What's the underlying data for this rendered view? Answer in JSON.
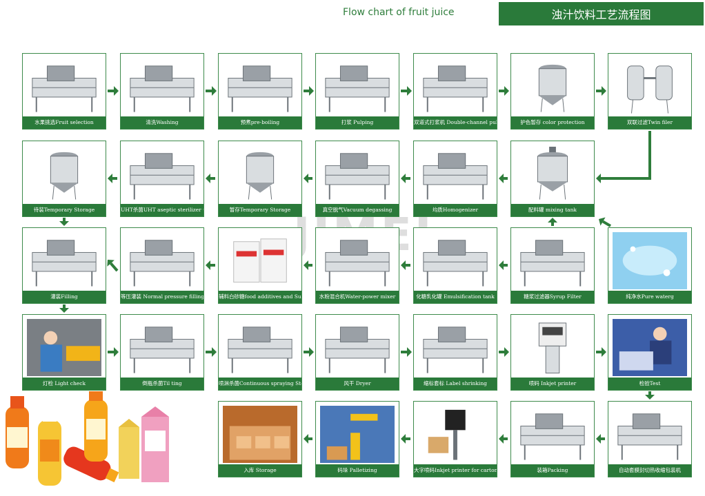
{
  "header": {
    "title_en": "Flow chart of fruit juice",
    "title_cn": "浊汁饮料工艺流程图"
  },
  "watermark": "JIMEI",
  "colors": {
    "brand_green": "#2a7a3a",
    "arrow_green": "#2e7d3b"
  },
  "steps": [
    {
      "label": "水果挑选Fruit selection",
      "icon": "conveyor-icon"
    },
    {
      "label": "清洗Washing",
      "icon": "drum-washer-icon"
    },
    {
      "label": "预煮pre-boiling",
      "icon": "screw-conveyor-icon"
    },
    {
      "label": "打浆 Pulping",
      "icon": "pulper-icon"
    },
    {
      "label": "双道式打浆机 Double-channel pulping machine",
      "icon": "double-pulper-icon"
    },
    {
      "label": "护色暂存 color protection",
      "icon": "tank-icon"
    },
    {
      "label": "双联过滤Twin filer",
      "icon": "twin-filter-icon"
    },
    {
      "label": "待装Temporary Storage",
      "icon": "tank-icon"
    },
    {
      "label": "UHT杀菌UHT aseptic sterilizer unit",
      "icon": "sterilizer-icon"
    },
    {
      "label": "暂存Temporary Storage",
      "icon": "tank-icon"
    },
    {
      "label": "真空脱气Vacuum degassing",
      "icon": "degasser-icon"
    },
    {
      "label": "均质Homogenizer",
      "icon": "homogenizer-icon"
    },
    {
      "label": "配料罐 mixing tank",
      "icon": "mixing-tank-icon"
    },
    {
      "label": "灌装Filling",
      "icon": "filling-machine-icon"
    },
    {
      "label": "等压灌装 Normal pressure filling",
      "icon": "filling-line-icon"
    },
    {
      "label": "辅料白砂糖food additives and Sugar",
      "icon": "sugar-bags-icon"
    },
    {
      "label": "水粉混合机Water-power mixer",
      "icon": "mixer-icon"
    },
    {
      "label": "化糖乳化罐 Emulsification tank",
      "icon": "emulsification-tank-icon"
    },
    {
      "label": "糖浆过滤器Syrup Filter",
      "icon": "syrup-filter-icon"
    },
    {
      "label": "纯净水Pure waterg",
      "icon": "water-icon"
    },
    {
      "label": "灯检 Light check",
      "icon": "worker-icon"
    },
    {
      "label": "倒瓶杀菌Til ting",
      "icon": "tilting-conveyor-icon"
    },
    {
      "label": "喷淋杀菌Continuous spraying Sterilizer",
      "icon": "spray-sterilizer-icon"
    },
    {
      "label": "风干 Dryer",
      "icon": "dryer-icon"
    },
    {
      "label": "缩标套标 Label shrinking",
      "icon": "label-machine-icon"
    },
    {
      "label": "喷码 Inkjet printer",
      "icon": "inkjet-printer-icon"
    },
    {
      "label": "检验Test",
      "icon": "inspection-icon"
    },
    {
      "label": "入库 Storage",
      "icon": "warehouse-icon"
    },
    {
      "label": "码垛 Palletizing",
      "icon": "robot-arm-icon"
    },
    {
      "label": "大字喷码Inkjet printer for carton",
      "icon": "carton-printer-icon"
    },
    {
      "label": "装箱Packing",
      "icon": "packing-machine-icon"
    },
    {
      "label": "自动套膜封切热收缩包装机",
      "icon": "shrink-wrapper-icon"
    }
  ]
}
